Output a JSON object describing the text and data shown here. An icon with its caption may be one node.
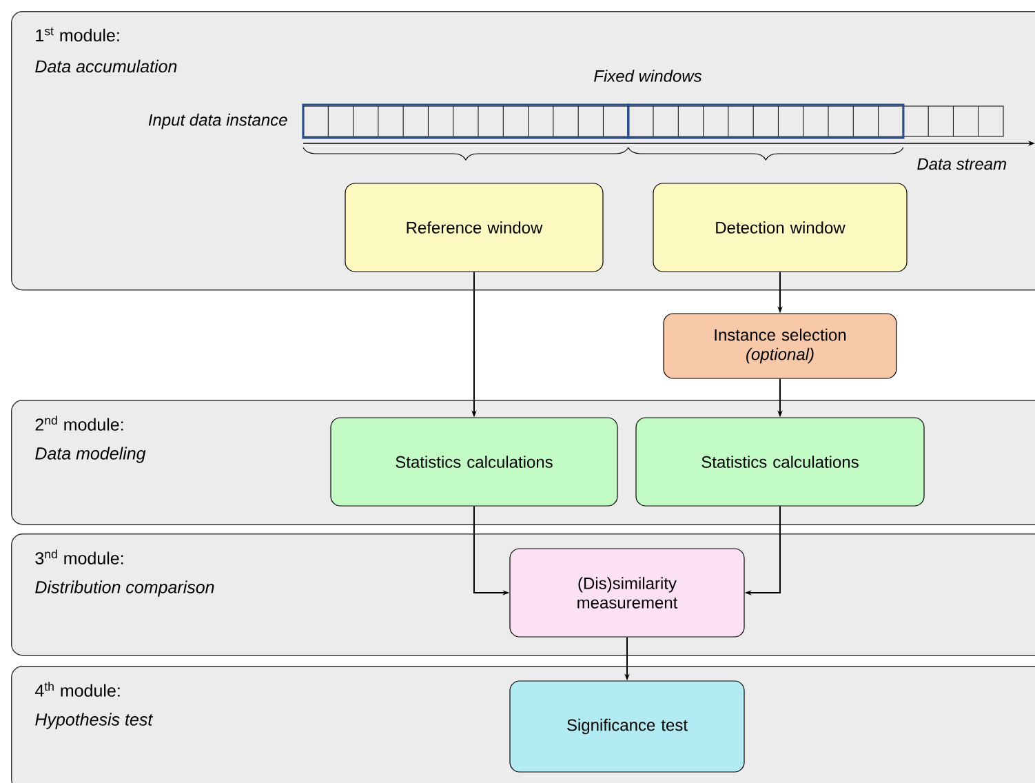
{
  "diagram": {
    "nodes": [
      {
        "text": [
          "1$^{st}$ module:",
          "Data accumulation"
        ]
      },
      {
        "text": [
          "Reference window"
        ],
        "in": 0
      },
      {
        "text": [
          "Detection window"
        ],
        "in": 0
      },
      {
        "text": [
          "Instance selection",
          "(optional)"
        ]
      },
      {
        "text": [
          "2$^{nd}$ module:",
          "Data modeling"
        ]
      },
      {
        "text": [
          "Statistics calculations"
        ],
        "in": 4
      },
      {
        "text": [
          "Statistics calculations"
        ],
        "in": 4
      },
      {
        "text": [
          "3$^{nd}$ module:",
          "Distribution comparison"
        ]
      },
      {
        "text": [
          "(Dis)similarity measurement"
        ],
        "in": 7
      },
      {
        "text": [
          "4$^{th}$ module:",
          "Hypothesis test"
        ]
      },
      {
        "text": [
          "Significance test"
        ],
        "in": 9
      }
    ],
    "edges": [
      {
        "from": 1,
        "to": 5,
        "arrow": "to"
      },
      {
        "from": 2,
        "to": 3,
        "arrow": "to"
      },
      {
        "from": 3,
        "to": 6,
        "arrow": "to"
      },
      {
        "from": 5,
        "to": 8,
        "arrow": "to"
      },
      {
        "from": 6,
        "to": 8,
        "arrow": "to"
      },
      {
        "from": 8,
        "to": 10,
        "arrow": "to"
      }
    ],
    "labels": [
      "Fixed windows",
      "Input data instance",
      "Data stream"
    ]
  }
}
